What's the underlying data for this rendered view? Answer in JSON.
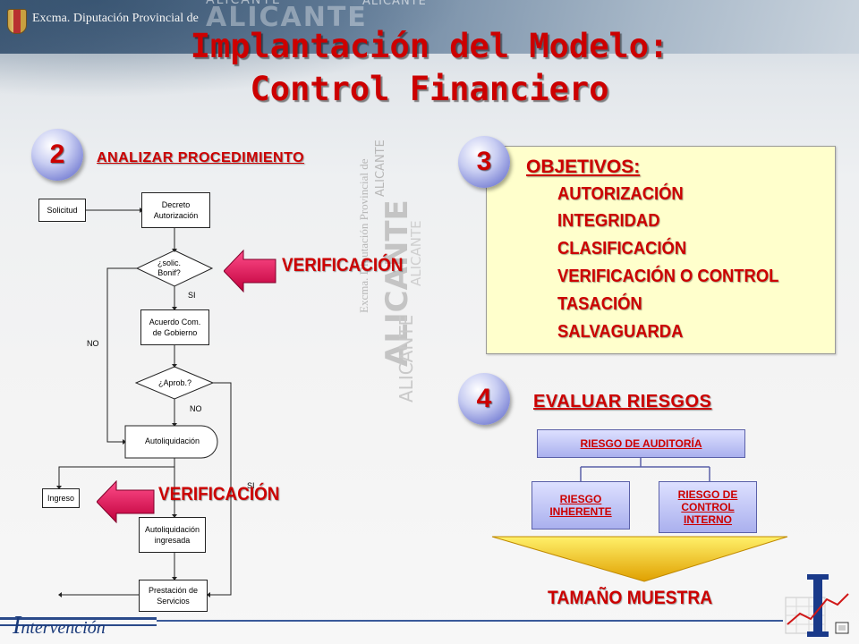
{
  "header": {
    "institution": "Excma. Diputación Provincial de",
    "watermark_big": "ALICANTE",
    "watermark_small": "ALICANTE",
    "watermark_small2": "ALICANTE"
  },
  "vertical_watermark": {
    "line1": "Excma. Diputación Provincial de",
    "line2": "ALICANTE",
    "big": "ALICANTE",
    "small": "ALICANTE"
  },
  "title": {
    "line1": "Implantación del Modelo:",
    "line2": "Control Financiero"
  },
  "section2": {
    "number": "2",
    "label": "ANALIZAR PROCEDIMIENTO"
  },
  "flowchart": {
    "solicitud": "Solicitud",
    "decreto": [
      "Decreto",
      "Autorización"
    ],
    "solic_bonif": [
      "¿solic.",
      "Bonif?"
    ],
    "si1": "SI",
    "no1": "NO",
    "acuerdo": [
      "Acuerdo Com.",
      "de Gobierno"
    ],
    "aprob": "¿Aprob.?",
    "no2": "NO",
    "autoliquidacion": "Autoliquidación",
    "si2": "SI",
    "ingreso": "Ingreso",
    "autoliq_ingresada": [
      "Autoliquidación",
      "ingresada"
    ],
    "prestacion": [
      "Prestación de",
      "Servicios"
    ]
  },
  "verificacion1": "VERIFICACIÓN",
  "verificacion2": "VERIFICACIÓN",
  "section3": {
    "number": "3",
    "title": "OBJETIVOS:",
    "items": [
      "AUTORIZACIÓN",
      "INTEGRIDAD",
      "CLASIFICACIÓN",
      "VERIFICACIÓN O CONTROL",
      "TASACIÓN",
      "SALVAGUARDA"
    ]
  },
  "section4": {
    "number": "4",
    "label": "EVALUAR RIESGOS",
    "riesgo_auditoria": "RIESGO DE AUDITORÍA",
    "riesgo_inherente": [
      "RIESGO",
      "INHERENTE"
    ],
    "riesgo_control": [
      "RIESGO DE",
      "CONTROL",
      "INTERNO"
    ],
    "tamano": "TAMAÑO MUESTRA"
  },
  "footer": {
    "initial": "I",
    "rest": "ntervención"
  },
  "colors": {
    "accent_red": "#cc0000",
    "navy": "#1a3a7a",
    "objectives_bg": "#ffffcc"
  }
}
